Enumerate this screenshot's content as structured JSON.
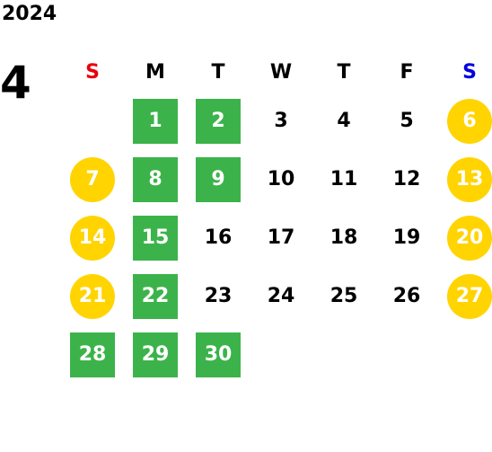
{
  "calendar": {
    "year": "2024",
    "month": "4",
    "weekdays": [
      {
        "label": "S",
        "color": "#e8000b"
      },
      {
        "label": "M",
        "color": "#000000"
      },
      {
        "label": "T",
        "color": "#000000"
      },
      {
        "label": "W",
        "color": "#000000"
      },
      {
        "label": "T",
        "color": "#000000"
      },
      {
        "label": "F",
        "color": "#000000"
      },
      {
        "label": "S",
        "color": "#0000e0"
      }
    ],
    "colors": {
      "highlight_green": "#3cb34a",
      "weekend_yellow": "#ffd400",
      "text_default": "#000000",
      "text_highlight": "#ffffff"
    },
    "weeks": [
      [
        {
          "day": "",
          "style": "none"
        },
        {
          "day": "1",
          "style": "green"
        },
        {
          "day": "2",
          "style": "green"
        },
        {
          "day": "3",
          "style": "plain"
        },
        {
          "day": "4",
          "style": "plain"
        },
        {
          "day": "5",
          "style": "plain"
        },
        {
          "day": "6",
          "style": "yellow"
        }
      ],
      [
        {
          "day": "7",
          "style": "yellow"
        },
        {
          "day": "8",
          "style": "green"
        },
        {
          "day": "9",
          "style": "green"
        },
        {
          "day": "10",
          "style": "plain"
        },
        {
          "day": "11",
          "style": "plain"
        },
        {
          "day": "12",
          "style": "plain"
        },
        {
          "day": "13",
          "style": "yellow"
        }
      ],
      [
        {
          "day": "14",
          "style": "yellow"
        },
        {
          "day": "15",
          "style": "green"
        },
        {
          "day": "16",
          "style": "plain"
        },
        {
          "day": "17",
          "style": "plain"
        },
        {
          "day": "18",
          "style": "plain"
        },
        {
          "day": "19",
          "style": "plain"
        },
        {
          "day": "20",
          "style": "yellow"
        }
      ],
      [
        {
          "day": "21",
          "style": "yellow"
        },
        {
          "day": "22",
          "style": "green"
        },
        {
          "day": "23",
          "style": "plain"
        },
        {
          "day": "24",
          "style": "plain"
        },
        {
          "day": "25",
          "style": "plain"
        },
        {
          "day": "26",
          "style": "plain"
        },
        {
          "day": "27",
          "style": "yellow"
        }
      ],
      [
        {
          "day": "28",
          "style": "green"
        },
        {
          "day": "29",
          "style": "green"
        },
        {
          "day": "30",
          "style": "green"
        },
        {
          "day": "",
          "style": "none"
        },
        {
          "day": "",
          "style": "none"
        },
        {
          "day": "",
          "style": "none"
        },
        {
          "day": "",
          "style": "none"
        }
      ]
    ]
  }
}
